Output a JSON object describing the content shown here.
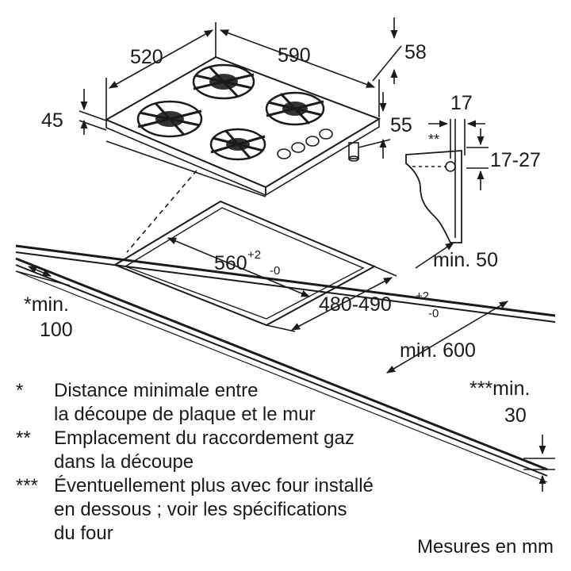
{
  "dimensions": {
    "hob_depth": "520",
    "hob_width": "590",
    "depth_front": "58",
    "height_45": "45",
    "height_55": "55",
    "gas_offset": "17",
    "gas_offset_marker": "**",
    "gas_height": "17-27",
    "cutout_width": "560",
    "cutout_width_tol_plus": "+2",
    "cutout_width_tol_minus": "-0",
    "cutout_depth": "480-490",
    "cutout_depth_tol_plus": "+2",
    "cutout_depth_tol_minus": "-0",
    "min_wall": "*min.",
    "min_wall_value": "100",
    "min_back": "min. 50",
    "min_worktop": "min. 600",
    "min_under": "***min.",
    "min_under_value": "30"
  },
  "legend": [
    {
      "mark": "*",
      "lines": [
        "Distance minimale entre",
        "la découpe de plaque et le mur"
      ]
    },
    {
      "mark": "**",
      "lines": [
        "Emplacement du raccordement gaz",
        "dans la découpe"
      ]
    },
    {
      "mark": "***",
      "lines": [
        "Éventuellement plus avec four installé",
        "en dessous ; voir les spécifications",
        "du four"
      ]
    }
  ],
  "units_note": "Mesures en mm"
}
